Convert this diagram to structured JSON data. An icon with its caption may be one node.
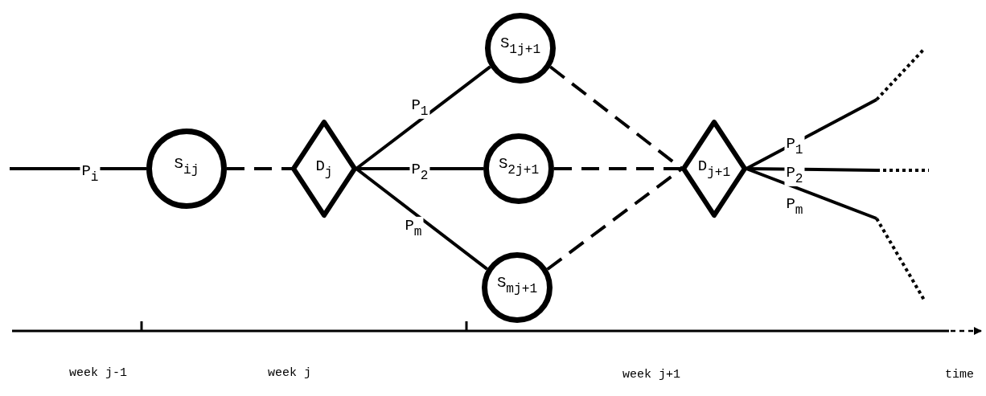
{
  "diagram": {
    "nodes": [
      {
        "text": [
          "S$_{ij}$"
        ]
      },
      {
        "text": [
          "D$_{j}$"
        ]
      },
      {
        "text": [
          "S$_{1j+1}$"
        ]
      },
      {
        "text": [
          "S$_{2j+1}$"
        ]
      },
      {
        "text": [
          "S$_{mj+1}$"
        ]
      },
      {
        "text": [
          "D$_{j+1}$"
        ]
      }
    ],
    "edges": [
      {
        "from": null,
        "to": 0,
        "arrow": "none",
        "label": "P$_{i}$"
      },
      {
        "from": 0,
        "to": 1,
        "arrow": "none",
        "style": "dashed"
      },
      {
        "from": 1,
        "to": 2,
        "arrow": "none",
        "label": "P$_{1}$"
      },
      {
        "from": 1,
        "to": 3,
        "arrow": "none",
        "label": "P$_{2}$"
      },
      {
        "from": 1,
        "to": 4,
        "arrow": "none",
        "label": "P$_{m}$"
      },
      {
        "from": 2,
        "to": 5,
        "arrow": "none",
        "style": "dashed"
      },
      {
        "from": 3,
        "to": 5,
        "arrow": "none",
        "style": "dashed"
      },
      {
        "from": 4,
        "to": 5,
        "arrow": "none",
        "style": "dashed"
      },
      {
        "from": 5,
        "to": null,
        "arrow": "none",
        "label": "P$_{1}$"
      },
      {
        "from": 5,
        "to": null,
        "arrow": "none",
        "label": "P$_{2}$"
      },
      {
        "from": 5,
        "to": null,
        "arrow": "none",
        "label": "P$_{m}$"
      }
    ],
    "labels": [
      "week j-1",
      "week j",
      "week j+1",
      "time"
    ]
  }
}
